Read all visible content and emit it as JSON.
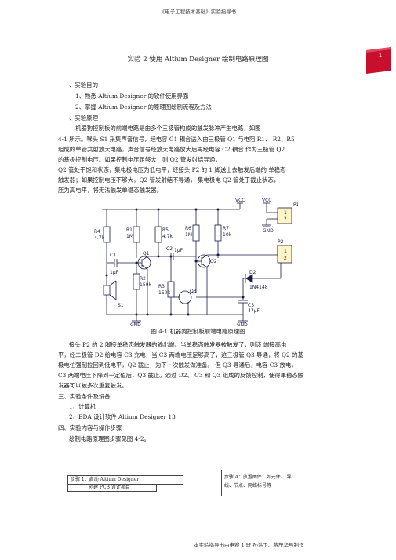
{
  "header": {
    "text": "《电子工程技术基础》实验指导书",
    "page_number": "1",
    "title": "实验 2 使用 Altium Designer 绘制电路原理图"
  },
  "sections": {
    "purpose_heading": "、实验目的",
    "purpose_1": "1、熟悉 Altium Designer 的软件使用界面",
    "purpose_2": "2、掌握 Altium Designer 的原理图绘制流程及方法",
    "principle_heading": "、实验原理",
    "principle_lines": [
      "机器狗控制板的前端电路是由多个三极管构成的触发脉冲产生电路，如图",
      "4-1 所示。咪头 S1 采集声音信号，经电容 C1 耦合送入由三极管 Q1 与电阻 R1、 R2、R5",
      "组成的单管共射放大电路，声音信号经放大电路放大后再经电容  C2 耦合 作为三极管 Q2",
      "的基极控制电压。如果控制电压足够大，则                              Q2 管发射结导通，",
      "Q2 管处于饱和状态，集电极电压为低电平，经接头 P2 的 1 脚送出去触发后端的 单稳态",
      "触发器；如果控制电压不够大，Q2 管发射结不导通，   集电极电    Q2 管处于截止状态，",
      "压为高电平，将无法触发单稳态触发器。"
    ],
    "figure_caption": "图 4-1 机器狗控制板前端电路原理图",
    "after_figure_lines": [
      "接头 P2 的 2 脚接单稳态触发器的输出端。当单稳态触发器被触发了，则该 端接高电",
      "平，经二极管 D2 给电容 C3 充电，当 C3 两端电压足够高了，这三极管 Q3 导通，将 Q2 的基",
      "极电位强制拉回到低电平，Q2 截止，为下一次触发做准备。 但 Q3 导通后，电容 C3 放电，",
      "C3 两端电压下降到一定值后，Q3 截止。通过 D2、  C3 和 Q3 组成的反馈控制，使得单稳态触",
      "发器可以被多次重复触发。"
    ],
    "conditions_heading": "三、实验条件及设备",
    "conditions_1": "1、计算机",
    "conditions_2": "2、EDA 设计软件  Altium Designer 13",
    "content_heading": "四、实验内容与操作步骤",
    "content_line": "绘制电路原理图步骤见图 4-2。"
  },
  "flow": {
    "step1_line1": "步骤 1：启动 Altium Designer，",
    "step1_line2": "创建 PCB 设计项目",
    "step4_line1": "步骤 4：放置图件：如元件、 导",
    "step4_line2": "线、节点、网络标号等"
  },
  "footer": {
    "text": "本实验指导书由电赛 1 班  孙洪卫、蒋茂华与制作"
  },
  "schematic": {
    "vcc": "VCC",
    "gnd": "GND",
    "R4": "R4",
    "R4v": "4.7k",
    "R1": "R1",
    "R1v": "1M",
    "R5": "R5",
    "R5v": "4.7k",
    "R6": "R6",
    "R6v": "1M",
    "R7": "R7",
    "R7v": "10k",
    "R2": "R2",
    "R2v": "150k",
    "R3": "R3",
    "R3v": "150k",
    "C1": "C1",
    "C1v": "1μF",
    "C2": "C2",
    "C2v": "1μF",
    "C3": "C3",
    "C3v": "47μF",
    "Q1": "Q1",
    "Q2": "Q2",
    "Q3": "Q3",
    "D2": "D2",
    "D2v": "1N4148",
    "S1": "S1",
    "P1": "P1",
    "P2": "P2",
    "pin1": "1",
    "pin2": "2"
  },
  "colors": {
    "wire": "#1a1a4a",
    "junction": "#1a1a4a",
    "connector_fill": "#fff6c8",
    "badge": "#c8102e"
  }
}
